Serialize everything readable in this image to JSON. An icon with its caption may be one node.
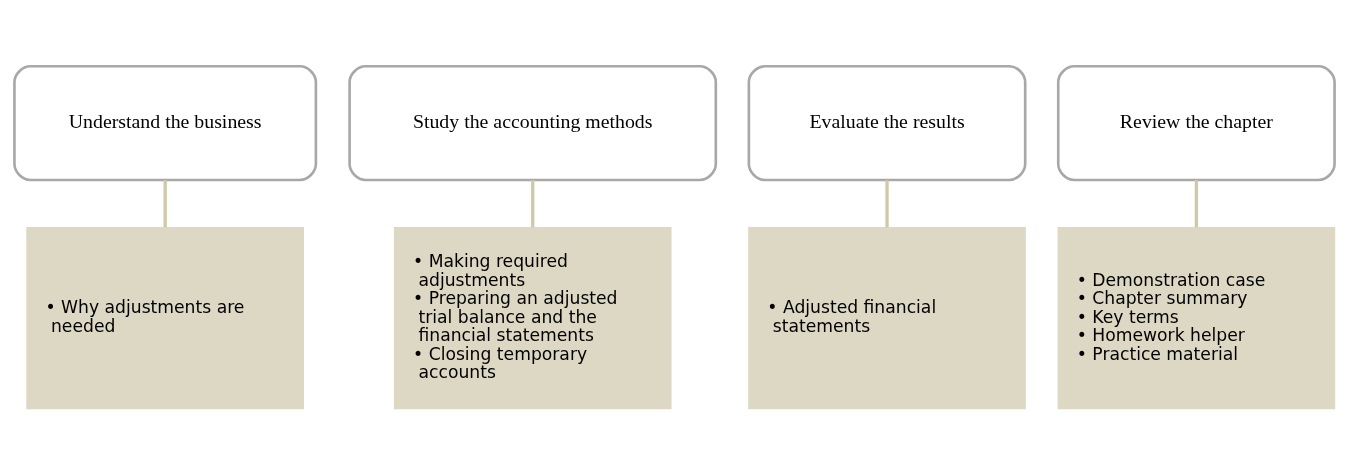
{
  "diagram": {
    "nodes": [
      {
        "text": [
          "Understand the business"
        ]
      },
      {
        "text": [
          "Study the accounting methods"
        ]
      },
      {
        "text": [
          "Evaluate the results"
        ]
      },
      {
        "text": [
          "Review the chapter"
        ]
      },
      {
        "text": [
          "• Why adjustments are needed"
        ]
      },
      {
        "text": [
          "• Making required adjustments",
          "• Preparing an adjusted trial balance and the financial statements",
          "• Closing temporary accounts"
        ]
      },
      {
        "text": [
          "• Adjusted financial statements"
        ]
      },
      {
        "text": [
          "• Demonstration case",
          "• Chapter summary",
          "• Key terms",
          "• Homework helper",
          "• Practice material"
        ]
      }
    ],
    "edges": [
      {
        "from": 0,
        "to": 4,
        "arrow": "none"
      },
      {
        "from": 1,
        "to": 5,
        "arrow": "none"
      },
      {
        "from": 2,
        "to": 6,
        "arrow": "none"
      },
      {
        "from": 3,
        "to": 7,
        "arrow": "none"
      }
    ]
  }
}
